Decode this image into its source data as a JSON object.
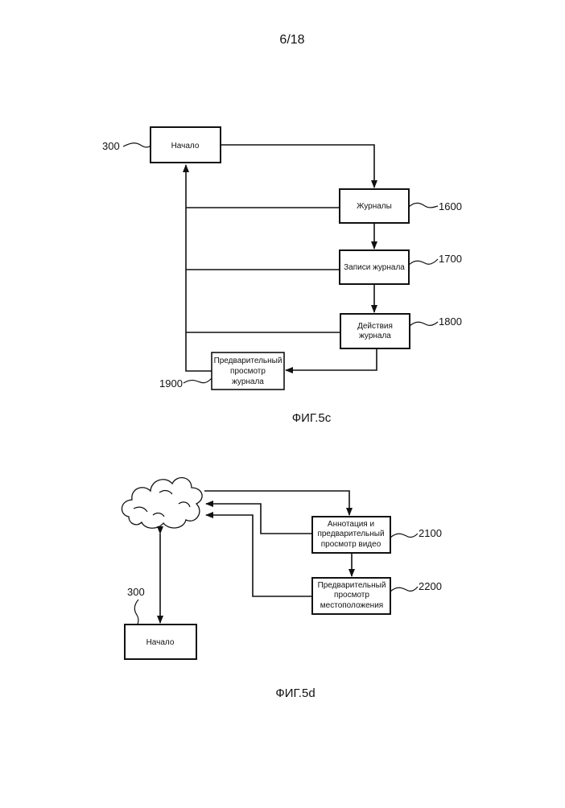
{
  "page_number": "6/18",
  "figure_5c": {
    "caption": "ФИГ.5с",
    "start": {
      "label": "Начало",
      "ref": "300"
    },
    "journals": {
      "label": "Журналы",
      "ref": "1600"
    },
    "journal_entries": {
      "label": "Записи журнала",
      "ref": "1700"
    },
    "journal_actions": {
      "line1": "Действия",
      "line2": "журнала",
      "ref": "1800"
    },
    "journal_preview": {
      "line1": "Предварительный",
      "line2": "просмотр",
      "line3": "журнала",
      "ref": "1900"
    }
  },
  "figure_5d": {
    "caption": "ФИГ.5d",
    "start": {
      "label": "Начало",
      "ref": "300"
    },
    "video": {
      "line1": "Аннотация и",
      "line2": "предварительный",
      "line3": "просмотр видео",
      "ref": "2100"
    },
    "location": {
      "line1": "Предварительный",
      "line2": "просмотр",
      "line3": "местоположения",
      "ref": "2200"
    },
    "cloud_icon": "cloud-icon"
  }
}
